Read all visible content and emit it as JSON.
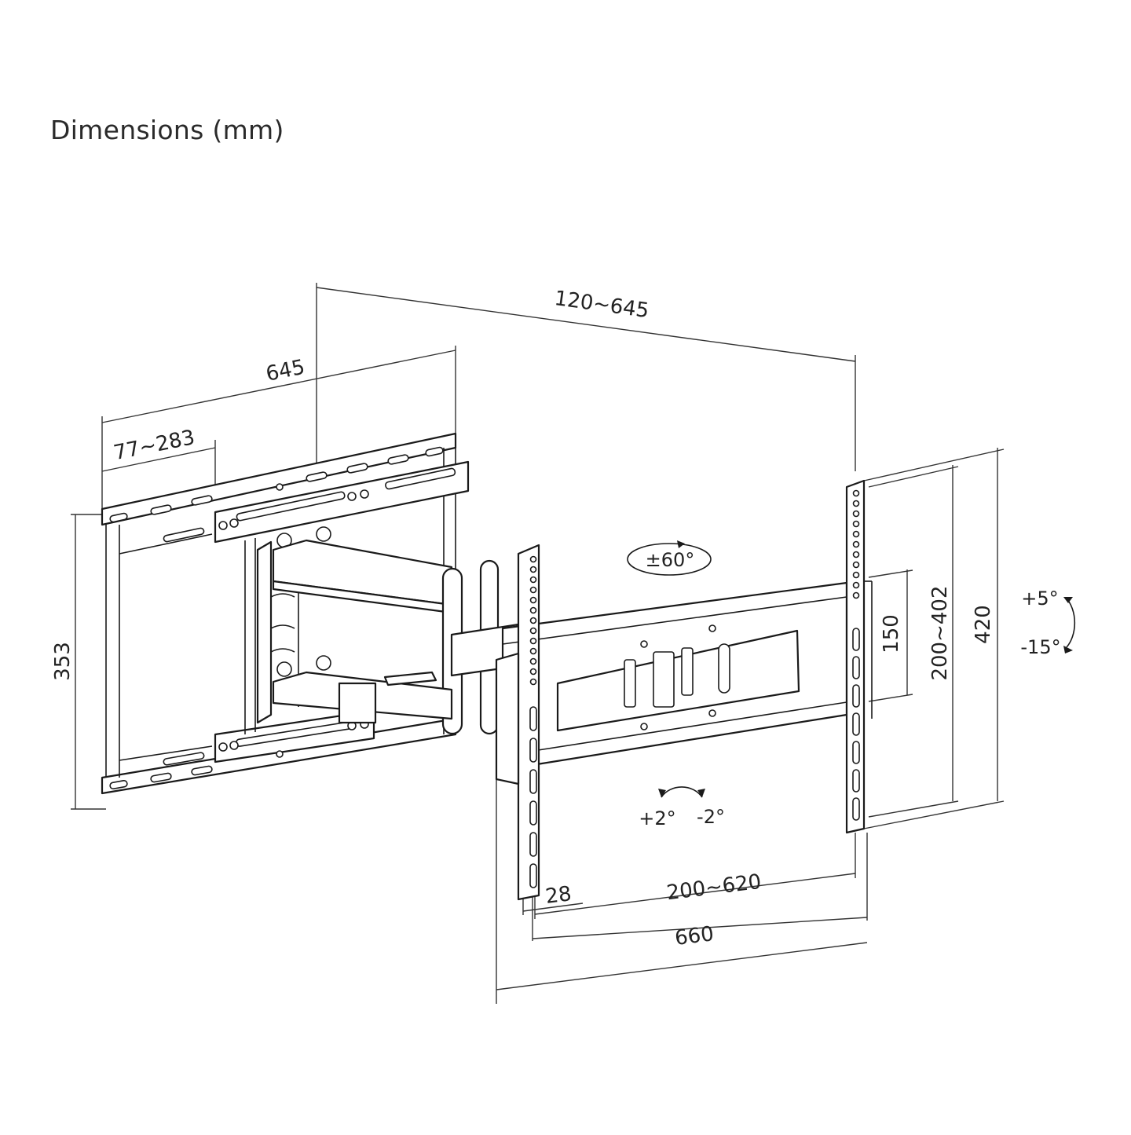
{
  "title": "Dimensions (mm)",
  "dimensions": {
    "wall_plate_width": "645",
    "wall_plate_spacing": "77~283",
    "wall_plate_height": "353",
    "extension": "120~645",
    "vesa_vertical_min": "150",
    "vesa_vertical": "200~402",
    "tv_plate_height": "420",
    "vesa_horizontal": "200~620",
    "plate_offset": "28",
    "tv_plate_width": "660"
  },
  "motion": {
    "swivel": "±60°",
    "tilt_up": "+5°",
    "tilt_down": "-15°",
    "level_plus": "+2°",
    "level_minus": "-2°"
  },
  "colors": {
    "line": "#1a1a1a",
    "text": "#222222",
    "background": "#ffffff"
  }
}
